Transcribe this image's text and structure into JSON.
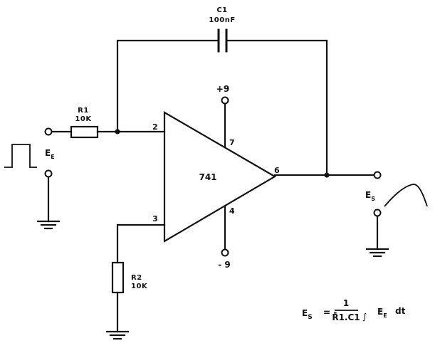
{
  "components": {
    "c1": {
      "ref": "C1",
      "value": "100nF"
    },
    "r1": {
      "ref": "R1",
      "value": "10K"
    },
    "r2": {
      "ref": "R2",
      "value": "10K"
    },
    "opamp": {
      "part": "741"
    }
  },
  "supply": {
    "positive": "+9",
    "negative": "- 9"
  },
  "pins": {
    "inv": "2",
    "noninv": "3",
    "out": "6",
    "vplus": "7",
    "vminus": "4"
  },
  "io": {
    "input_label": "E",
    "input_sub": "E",
    "output_label": "E",
    "output_sub": "S"
  },
  "formula": {
    "lhs": "E",
    "lhs_sub": "S",
    "eq": "= -",
    "numerator": "1",
    "denominator": "R1.C1",
    "integral": "∫",
    "integrand": "E",
    "integrand_sub": "E",
    "dt": "dt"
  }
}
